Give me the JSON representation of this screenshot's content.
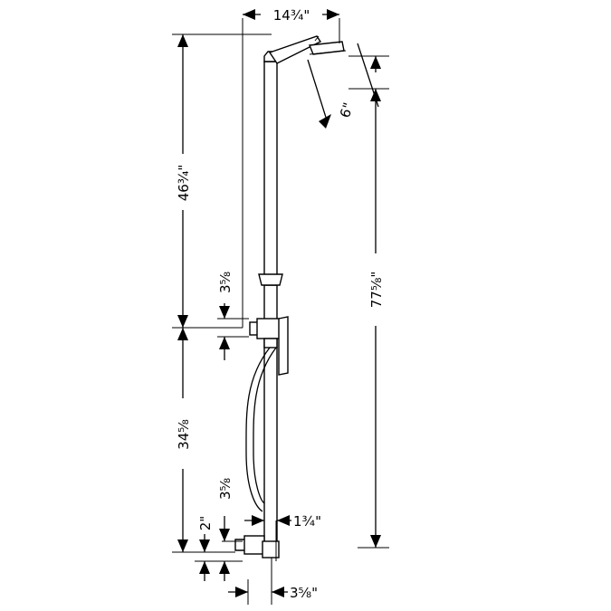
{
  "dimensions": {
    "width_top": "14¾\"",
    "head_diameter": "6\"",
    "upper_height": "46¾\"",
    "overall_height": "77⅝\"",
    "valve_spacing_upper": "3⅝",
    "lower_height": "34⅝",
    "valve_spacing_lower": "3⅝",
    "bottom_offset": "2\"",
    "riser_width": "1¾\"",
    "bottom_projection": "3⅝\""
  }
}
